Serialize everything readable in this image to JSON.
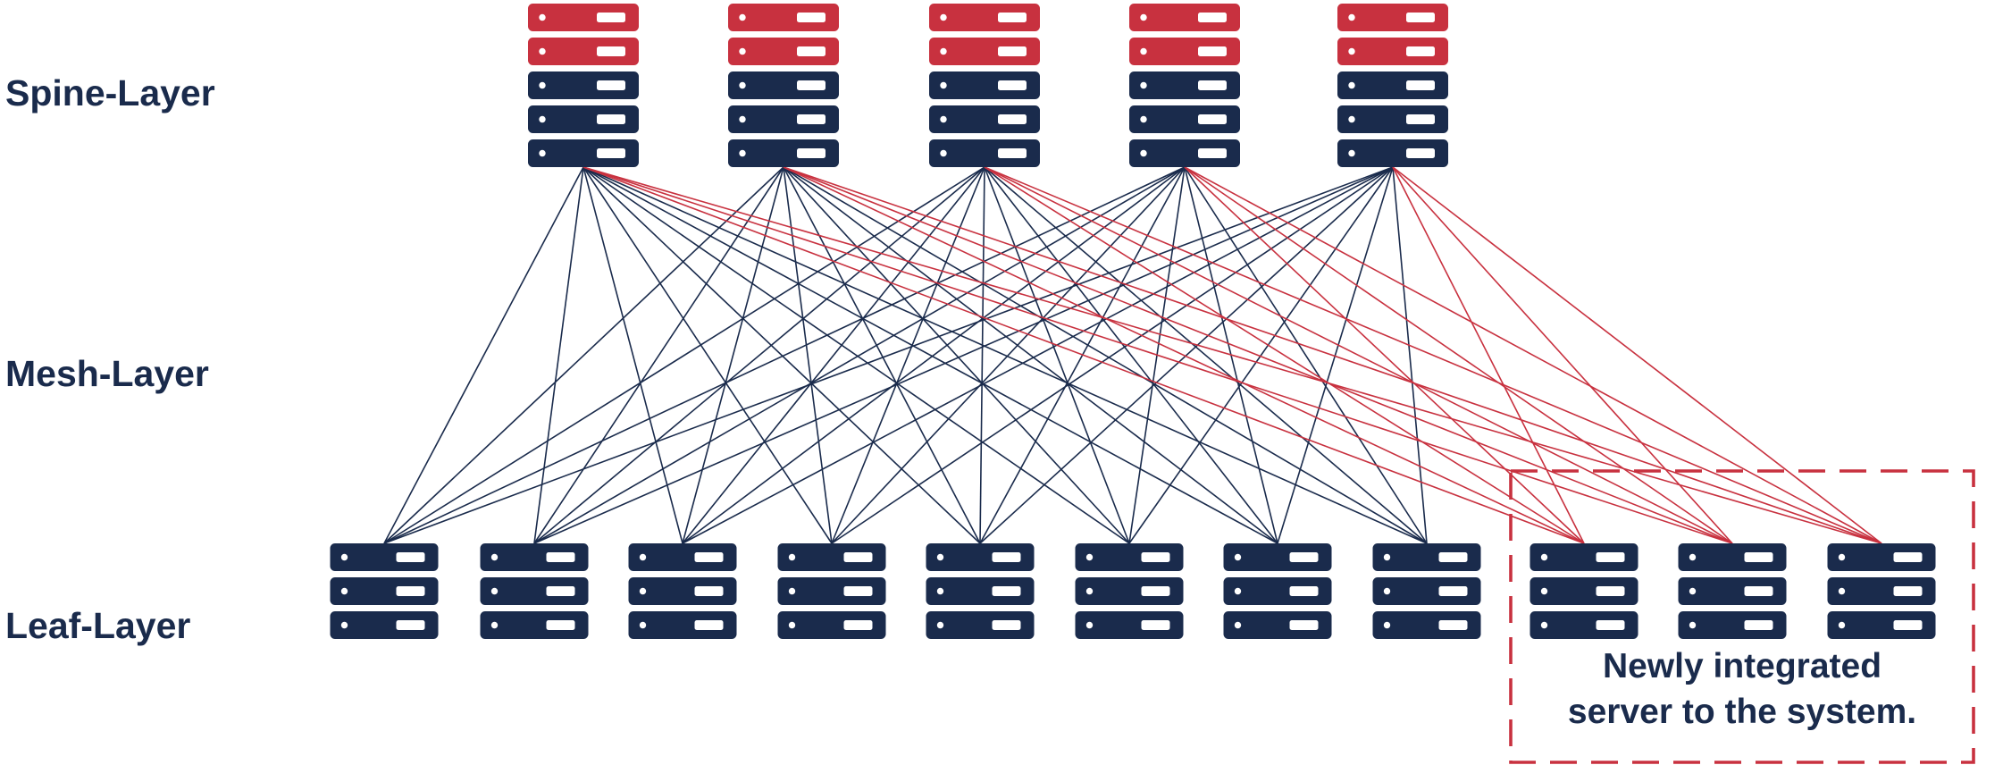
{
  "diagram": {
    "type": "network-topology-spine-leaf",
    "layers": [
      {
        "id": "spine",
        "label": "Spine-Layer"
      },
      {
        "id": "mesh",
        "label": "Mesh-Layer"
      },
      {
        "id": "leaf",
        "label": "Leaf-Layer"
      }
    ],
    "colors": {
      "navy": "#1a2b4c",
      "red": "#c8313f",
      "white": "#ffffff",
      "background": "#ffffff"
    },
    "spine_nodes": [
      {
        "id": "spine-node-1",
        "unit_colors": [
          "red",
          "red",
          "navy",
          "navy",
          "navy"
        ]
      },
      {
        "id": "spine-node-2",
        "unit_colors": [
          "red",
          "red",
          "navy",
          "navy",
          "navy"
        ]
      },
      {
        "id": "spine-node-3",
        "unit_colors": [
          "red",
          "red",
          "navy",
          "navy",
          "navy"
        ]
      },
      {
        "id": "spine-node-4",
        "unit_colors": [
          "red",
          "red",
          "navy",
          "navy",
          "navy"
        ]
      },
      {
        "id": "spine-node-5",
        "unit_colors": [
          "red",
          "red",
          "navy",
          "navy",
          "navy"
        ]
      }
    ],
    "leaf_nodes": [
      {
        "id": "leaf-node-1",
        "unit_colors": [
          "navy",
          "navy",
          "navy"
        ],
        "newly_integrated": false
      },
      {
        "id": "leaf-node-2",
        "unit_colors": [
          "navy",
          "navy",
          "navy"
        ],
        "newly_integrated": false
      },
      {
        "id": "leaf-node-3",
        "unit_colors": [
          "navy",
          "navy",
          "navy"
        ],
        "newly_integrated": false
      },
      {
        "id": "leaf-node-4",
        "unit_colors": [
          "navy",
          "navy",
          "navy"
        ],
        "newly_integrated": false
      },
      {
        "id": "leaf-node-5",
        "unit_colors": [
          "navy",
          "navy",
          "navy"
        ],
        "newly_integrated": false
      },
      {
        "id": "leaf-node-6",
        "unit_colors": [
          "navy",
          "navy",
          "navy"
        ],
        "newly_integrated": false
      },
      {
        "id": "leaf-node-7",
        "unit_colors": [
          "navy",
          "navy",
          "navy"
        ],
        "newly_integrated": false
      },
      {
        "id": "leaf-node-8",
        "unit_colors": [
          "navy",
          "navy",
          "navy"
        ],
        "newly_integrated": false
      },
      {
        "id": "leaf-node-9",
        "unit_colors": [
          "navy",
          "navy",
          "navy"
        ],
        "newly_integrated": true
      },
      {
        "id": "leaf-node-10",
        "unit_colors": [
          "navy",
          "navy",
          "navy"
        ],
        "newly_integrated": true
      },
      {
        "id": "leaf-node-11",
        "unit_colors": [
          "navy",
          "navy",
          "navy"
        ],
        "newly_integrated": true
      }
    ],
    "connection_rules": [
      {
        "from_layer": "spine",
        "to": "each existing leaf node",
        "line_color": "navy"
      },
      {
        "from_layer": "spine",
        "to": "each newly integrated leaf node",
        "line_color": "red"
      }
    ],
    "annotation": {
      "text_lines": [
        "Newly integrated",
        "server to the system."
      ],
      "box_style": "dashed",
      "box_color": "red"
    }
  }
}
